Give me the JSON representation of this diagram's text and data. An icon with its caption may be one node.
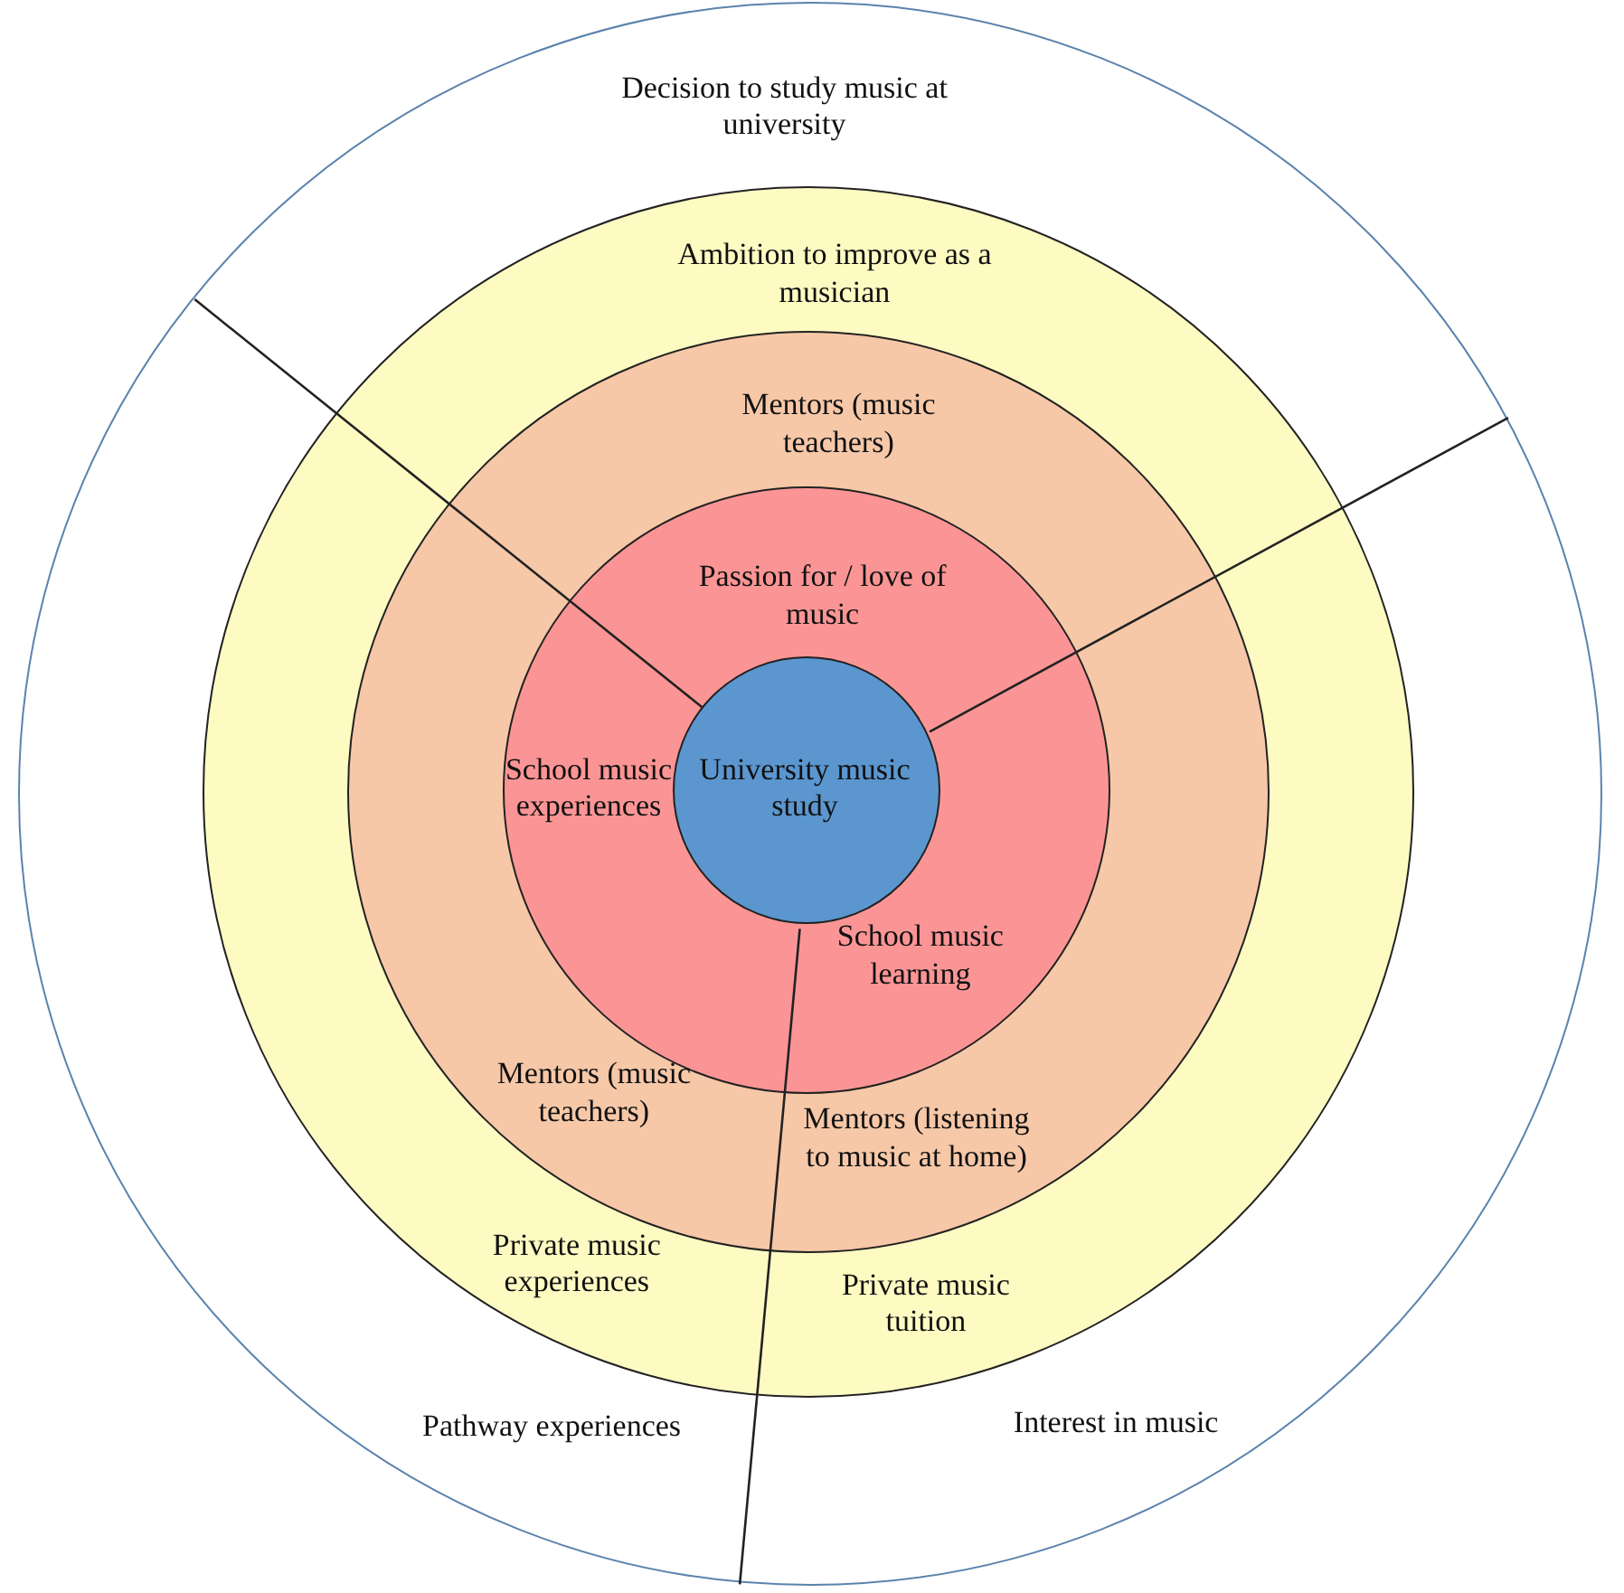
{
  "diagram": {
    "nodes": [
      {
        "text": [
          "Decision to study music at university",
          "Pathway experiences",
          "Interest in music"
        ]
      },
      {
        "text": [
          "Ambition to improve as a musician",
          "Private music experiences",
          "Private music tuition"
        ],
        "in": 0
      },
      {
        "text": [
          "Mentors (music teachers)",
          "Mentors (music teachers)",
          "Mentors (listening to music at home)"
        ],
        "in": 1
      },
      {
        "text": [
          "Passion for / love of music",
          "School music experiences",
          "School music learning"
        ],
        "in": 2
      },
      {
        "text": [
          "University music study"
        ],
        "in": 3
      }
    ]
  }
}
